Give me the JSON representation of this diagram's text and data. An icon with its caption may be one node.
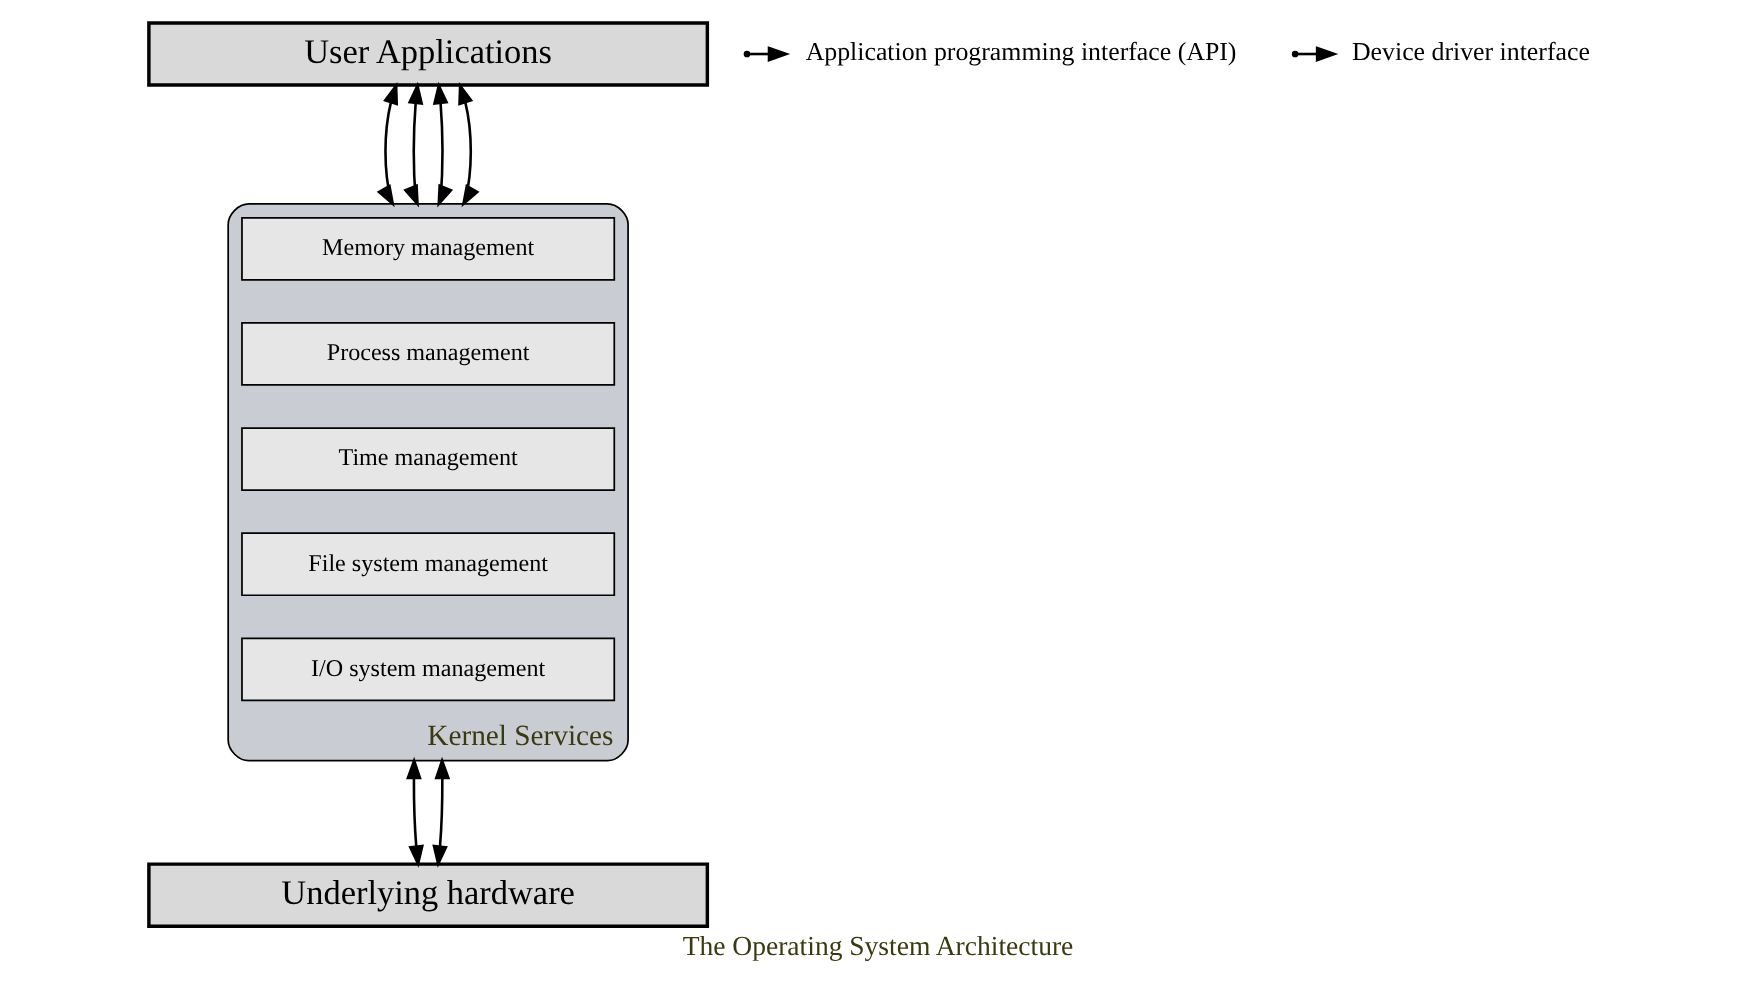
{
  "diagram": {
    "caption": "The Operating System Architecture",
    "nodes": [
      {
        "text": [
          "User Applications"
        ]
      },
      {
        "text": [
          "Kernel Services"
        ]
      },
      {
        "text": [
          "Memory management"
        ],
        "in": 1
      },
      {
        "text": [
          "Process management"
        ],
        "in": 1
      },
      {
        "text": [
          "Time management"
        ],
        "in": 1
      },
      {
        "text": [
          "File system management"
        ],
        "in": 1
      },
      {
        "text": [
          "I/O system management"
        ],
        "in": 1
      },
      {
        "text": [
          "Underlying hardware"
        ]
      },
      {
        "text": [
          "Application programming interface (API)"
        ]
      },
      {
        "text": [
          "Device driver interface"
        ]
      }
    ],
    "edges": [
      {
        "from": 0,
        "to": 1,
        "arrow": "both"
      },
      {
        "from": 0,
        "to": 1,
        "arrow": "both"
      },
      {
        "from": 0,
        "to": 1,
        "arrow": "both"
      },
      {
        "from": 0,
        "to": 1,
        "arrow": "both"
      },
      {
        "from": null,
        "to": 8,
        "arrow": "to"
      },
      {
        "from": 1,
        "to": 7,
        "arrow": "both"
      },
      {
        "from": 1,
        "to": 7,
        "arrow": "both"
      },
      {
        "from": null,
        "to": 9,
        "arrow": "to"
      }
    ]
  }
}
